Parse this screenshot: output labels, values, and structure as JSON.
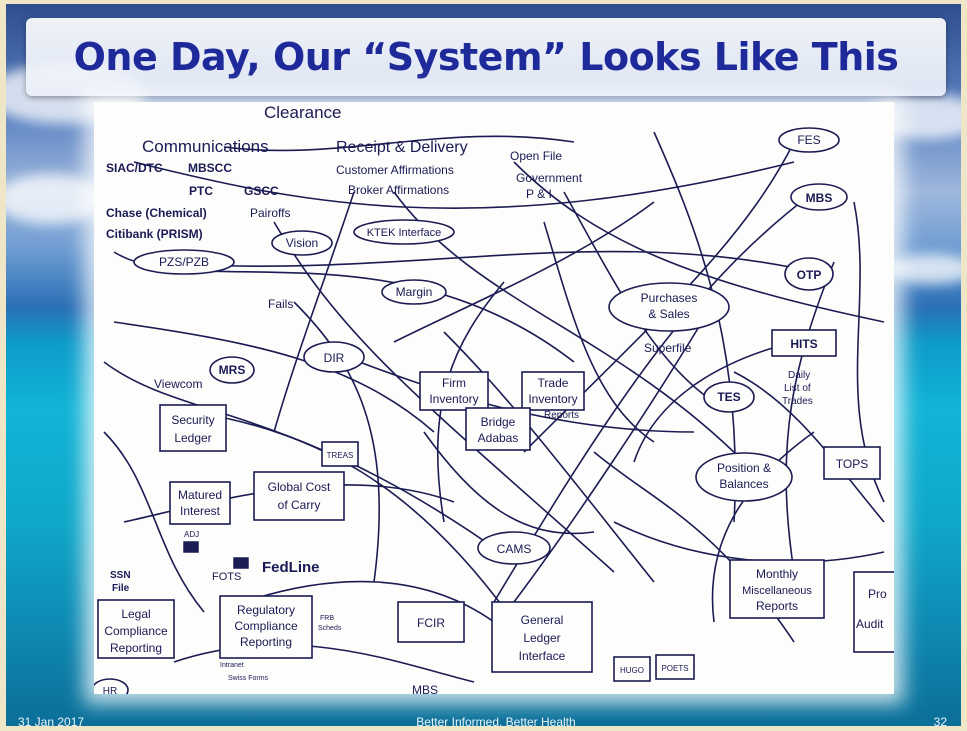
{
  "slide": {
    "title": "One Day, Our “System” Looks Like This",
    "footer": {
      "date": "31 Jan 2017",
      "center": "Better Informed, Better Health",
      "page": "32"
    }
  },
  "diagram": {
    "labels": [
      {
        "text": "Clearance",
        "cls": "big"
      },
      {
        "text": "Communications",
        "cls": "big"
      },
      {
        "text": "SIAC/DTC",
        "cls": "bold"
      },
      {
        "text": "MBSCC",
        "cls": "bold"
      },
      {
        "text": "PTC",
        "cls": "bold"
      },
      {
        "text": "GSCC",
        "cls": "bold"
      },
      {
        "text": "Chase (Chemical)",
        "cls": "bold"
      },
      {
        "text": "Pairoffs",
        "cls": "norm"
      },
      {
        "text": "Citibank (PRISM)",
        "cls": "bold"
      },
      {
        "text": "Receipt & Delivery",
        "cls": "big"
      },
      {
        "text": "Customer Affirmations",
        "cls": "norm"
      },
      {
        "text": "Broker Affirmations",
        "cls": "norm"
      },
      {
        "text": "Open File",
        "cls": "norm"
      },
      {
        "text": "Government",
        "cls": "norm"
      },
      {
        "text": "P & I",
        "cls": "norm"
      },
      {
        "text": "Fails",
        "cls": "norm"
      },
      {
        "text": "Viewcom",
        "cls": "norm"
      },
      {
        "text": "Superfile",
        "cls": "norm"
      },
      {
        "text": "Daily",
        "cls": "small"
      },
      {
        "text": "List of",
        "cls": "small"
      },
      {
        "text": "Trades",
        "cls": "small"
      },
      {
        "text": "Reports",
        "cls": "small"
      },
      {
        "text": "ADJ",
        "cls": "small"
      },
      {
        "text": "FOTS",
        "cls": "norm"
      },
      {
        "text": "FedLine",
        "cls": "big"
      },
      {
        "text": "SSN",
        "cls": "small"
      },
      {
        "text": "File",
        "cls": "small"
      },
      {
        "text": "FRB",
        "cls": "tiny"
      },
      {
        "text": "Scheds",
        "cls": "tiny"
      },
      {
        "text": "Intranet",
        "cls": "tiny"
      },
      {
        "text": "Swiss Forms",
        "cls": "tiny"
      },
      {
        "text": "MBS",
        "cls": "norm"
      },
      {
        "text": "Pro",
        "cls": "norm"
      },
      {
        "text": "Audit",
        "cls": "norm"
      }
    ],
    "ovals": [
      {
        "text": "FES"
      },
      {
        "text": "MBS"
      },
      {
        "text": "OTP"
      },
      {
        "text": "Vision"
      },
      {
        "text": "KTEK Interface"
      },
      {
        "text": "PZS/PZB"
      },
      {
        "text": "Margin"
      },
      {
        "text": "Purchases"
      },
      {
        "text": "& Sales"
      },
      {
        "text": "DIR"
      },
      {
        "text": "MRS"
      },
      {
        "text": "TES"
      },
      {
        "text": "Position &"
      },
      {
        "text": "Balances"
      },
      {
        "text": "CAMS"
      },
      {
        "text": "HR"
      }
    ],
    "boxes": [
      {
        "text": "HITS"
      },
      {
        "text": "TOPS"
      },
      {
        "text": "Firm"
      },
      {
        "text": "Inventory"
      },
      {
        "text": "Trade"
      },
      {
        "text": "Inventory"
      },
      {
        "text": "Bridge"
      },
      {
        "text": "Adabas"
      },
      {
        "text": "Security"
      },
      {
        "text": "Ledger"
      },
      {
        "text": "Matured"
      },
      {
        "text": "Interest"
      },
      {
        "text": "Global Cost"
      },
      {
        "text": "of Carry"
      },
      {
        "text": "TREAS"
      },
      {
        "text": "Monthly"
      },
      {
        "text": "Miscellaneous"
      },
      {
        "text": "Reports"
      },
      {
        "text": "Legal"
      },
      {
        "text": "Compliance"
      },
      {
        "text": "Reporting"
      },
      {
        "text": "Regulatory"
      },
      {
        "text": "Compliance"
      },
      {
        "text": "Reporting"
      },
      {
        "text": "FCIR"
      },
      {
        "text": "General"
      },
      {
        "text": "Ledger"
      },
      {
        "text": "Interface"
      },
      {
        "text": "HUGO"
      },
      {
        "text": "POETS"
      }
    ]
  }
}
